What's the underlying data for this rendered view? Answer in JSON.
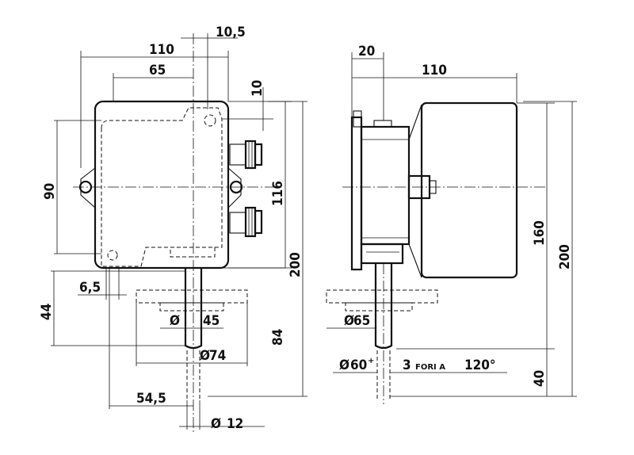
{
  "front_view": {
    "dim_width_total": "110",
    "dim_width_inner": "65",
    "dim_shaft_offset": "10,5",
    "dim_top_gap": "10",
    "dim_height_total": "116",
    "dim_height_mount": "90",
    "dim_overall_height": "200",
    "dim_bottom_left": "6,5",
    "dim_lower": "44",
    "dim_flange_label": "45",
    "dim_flange_dia": "74",
    "dim_shaft_offset_bottom": "54,5",
    "dim_shaft_dia": "12",
    "dim_shaft_length": "84",
    "diameter_symbol": "Ø"
  },
  "side_view": {
    "dim_top_small": "20",
    "dim_top_width": "110",
    "dim_height_body": "160",
    "dim_height_total": "200",
    "dim_lower": "40",
    "dim_dia_65": "65",
    "dim_dia_60": "60",
    "dim_dia_60_sup": "+",
    "holes_count": "3",
    "holes_text": "FORI A",
    "holes_angle": "120°",
    "diameter_symbol": "Ø"
  }
}
